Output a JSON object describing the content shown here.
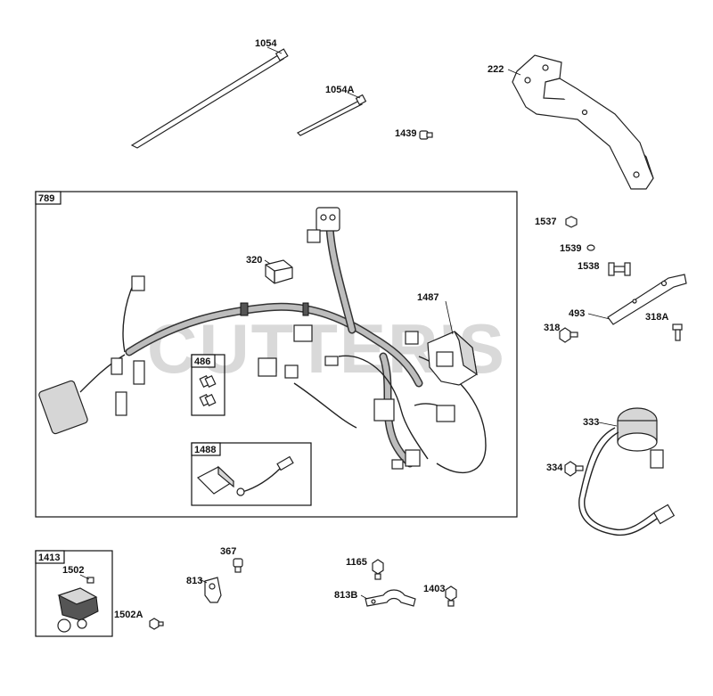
{
  "watermark": "CUTTER'S",
  "callouts": {
    "p1054": "1054",
    "p1054A": "1054A",
    "p1439": "1439",
    "p222": "222",
    "p789": "789",
    "p320": "320",
    "p1487": "1487",
    "p486": "486",
    "p1488": "1488",
    "p1537": "1537",
    "p1539": "1539",
    "p1538": "1538",
    "p493": "493",
    "p318": "318",
    "p318A": "318A",
    "p333": "333",
    "p334": "334",
    "p1413": "1413",
    "p1502": "1502",
    "p1502A": "1502A",
    "p367": "367",
    "p813": "813",
    "p1165": "1165",
    "p813B": "813B",
    "p1403": "1403"
  }
}
